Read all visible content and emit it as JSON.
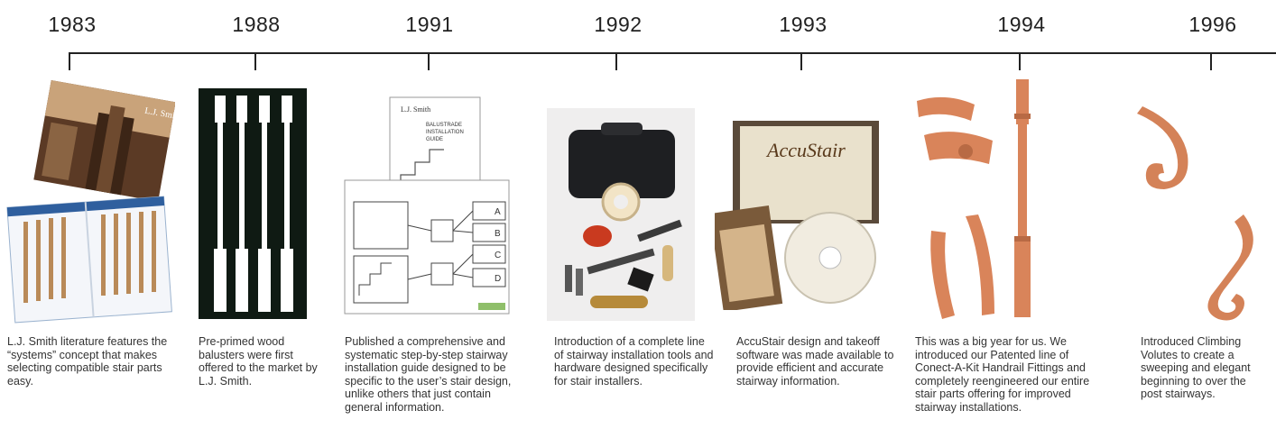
{
  "timeline": {
    "events": [
      {
        "year": "1983",
        "text": "L.J. Smith literature features the “systems” concept that makes selecting compatible stair parts easy.",
        "image": "brochure-catalog-image"
      },
      {
        "year": "1988",
        "text": "Pre-primed wood balusters were first offered to the market by L.J. Smith.",
        "image": "white-balusters-image"
      },
      {
        "year": "1991",
        "text": "Published a comprehensive and systematic step-by-step stairway installation guide designed to be specific to the user’s stair design, unlike others that just contain general information.",
        "image": "installation-guide-image"
      },
      {
        "year": "1992",
        "text": "Introduction of a complete line of stairway installation tools and hardware designed specifically for stair installers.",
        "image": "tool-kit-image"
      },
      {
        "year": "1993",
        "text": "AccuStair design and takeoff software was made available to provide efficient and accurate stairway information.",
        "image": "software-box-image"
      },
      {
        "year": "1994",
        "text": "This was a big year for us. We introduced our Patented line of Conect-A-Kit Handrail Fittings and completely reengineered our entire stair parts offering for improved stairway installations.",
        "image": "handrail-fittings-image"
      },
      {
        "year": "1996",
        "text": "Introduced Climbing Volutes to create a sweeping and elegant beginning to over the post stairways.",
        "image": "climbing-volutes-image"
      }
    ]
  },
  "images": {
    "logo_text": "L.J. Smith",
    "guide_title_lines": [
      "BALUSTRADE",
      "INSTALLATION",
      "GUIDE"
    ],
    "guide_letters": [
      "A",
      "B",
      "C",
      "D"
    ],
    "software_logo": "AccuStair"
  }
}
